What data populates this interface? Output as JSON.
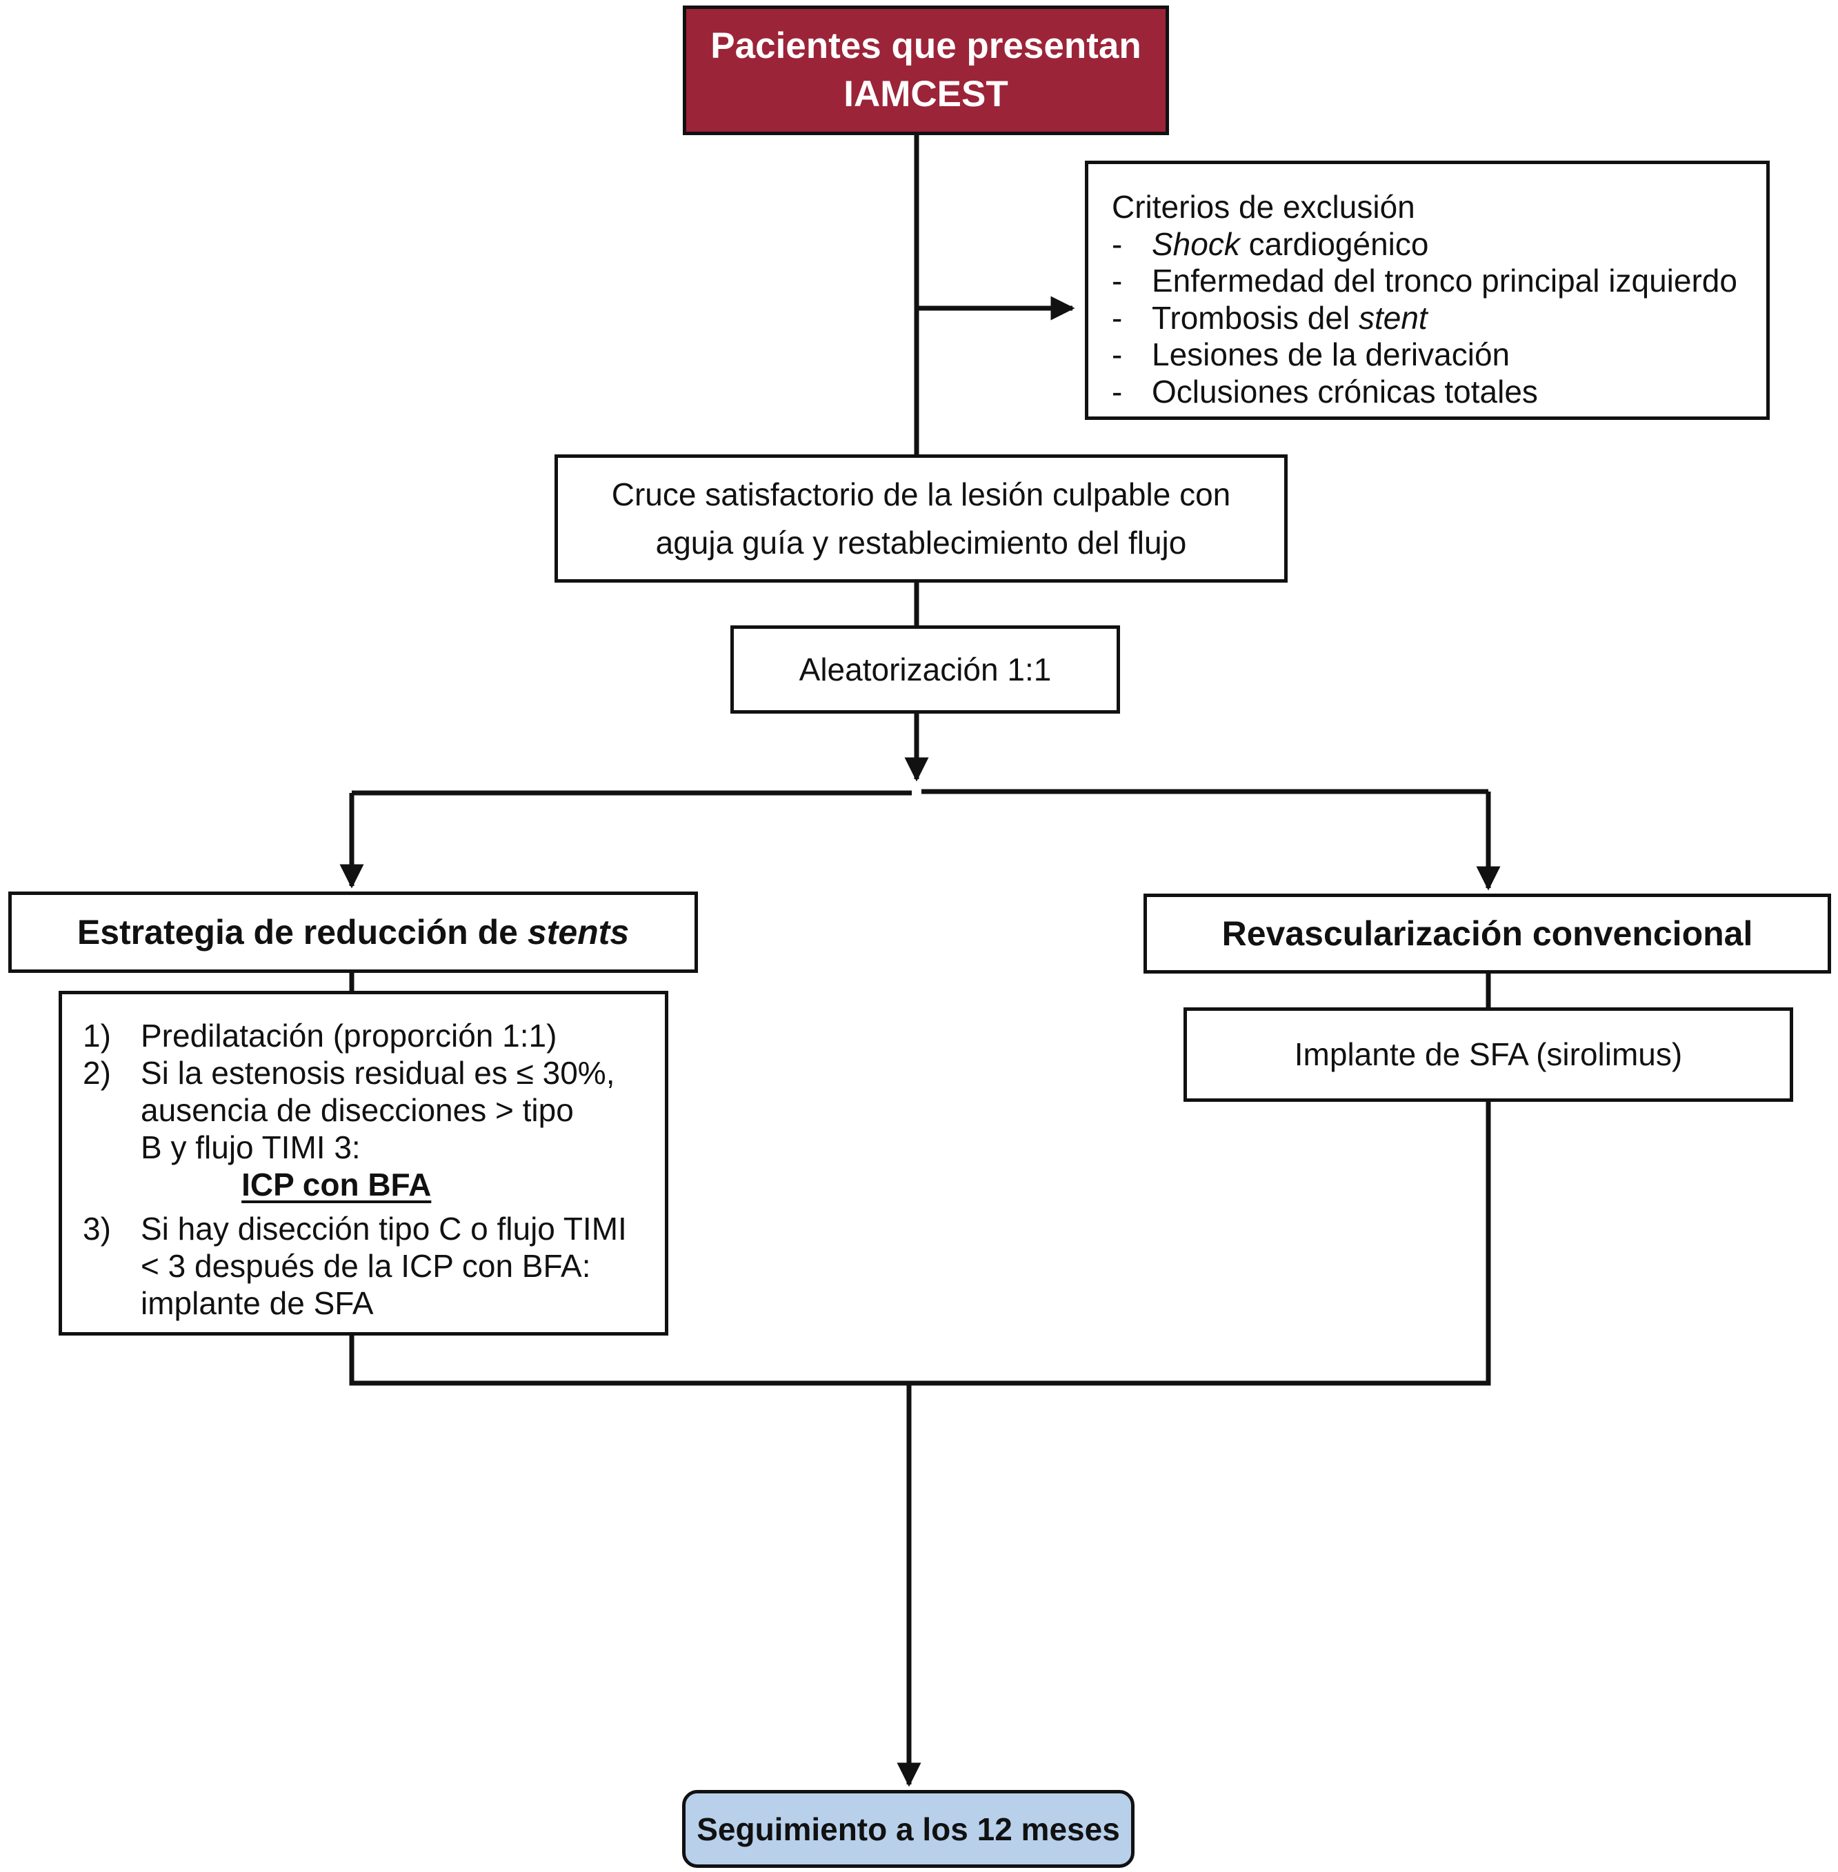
{
  "diagram": {
    "start": {
      "line1": "Pacientes que presentan",
      "line2": "IAMCEST"
    },
    "exclusion": {
      "title": "Criterios de exclusión",
      "items": [
        {
          "dash": "-",
          "italic": "Shock",
          "text": " cardiogénico"
        },
        {
          "dash": "-",
          "text": "Enfermedad del tronco principal izquierdo"
        },
        {
          "dash": "-",
          "text": "Trombosis del ",
          "italic_after": "stent"
        },
        {
          "dash": "-",
          "text": "Lesiones de la derivación"
        },
        {
          "dash": "-",
          "text": "Oclusiones crónicas totales"
        }
      ]
    },
    "crossing": {
      "line1": "Cruce satisfactorio de la lesión culpable con",
      "line2": "aguja guía y restablecimiento del flujo"
    },
    "randomization": "Aleatorización 1:1",
    "arm_left": {
      "title": "Estrategia de reducción de ",
      "title_italic": "stents"
    },
    "arm_right": {
      "title": "Revascularización convencional"
    },
    "steps": [
      {
        "num": "1)",
        "text": "Predilatación (proporción 1:1)"
      },
      {
        "num": "2)",
        "line1": "Si la estenosis residual es ≤ 30%,",
        "line2": "ausencia de disecciones > tipo",
        "line3": "B y flujo TIMI 3:",
        "result": "ICP con BFA"
      },
      {
        "num": "3)",
        "line1": "Si hay disección tipo C o flujo TIMI",
        "line2": "< 3 después de la ICP con BFA:",
        "line3": "implante de SFA"
      }
    ],
    "right_step": "Implante de SFA (sirolimus)",
    "followup": "Seguimiento a los 12 meses"
  }
}
